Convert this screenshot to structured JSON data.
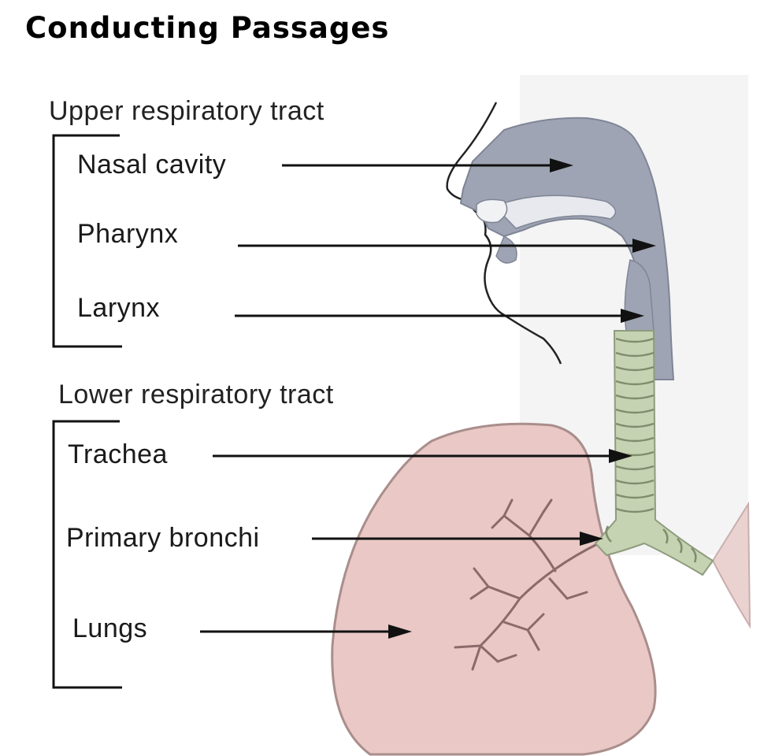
{
  "title": "Conducting Passages",
  "upper": {
    "heading": "Upper respiratory tract",
    "items": [
      "Nasal cavity",
      "Pharynx",
      "Larynx"
    ]
  },
  "lower": {
    "heading": "Lower respiratory tract",
    "items": [
      "Trachea",
      "Primary bronchi",
      "Lungs"
    ]
  },
  "colors": {
    "airway": "#9ea4b3",
    "trachea": "#c6d3b2",
    "lung": "#e8c4c2",
    "lung_edge": "#a98e8c",
    "line": "#111111"
  }
}
